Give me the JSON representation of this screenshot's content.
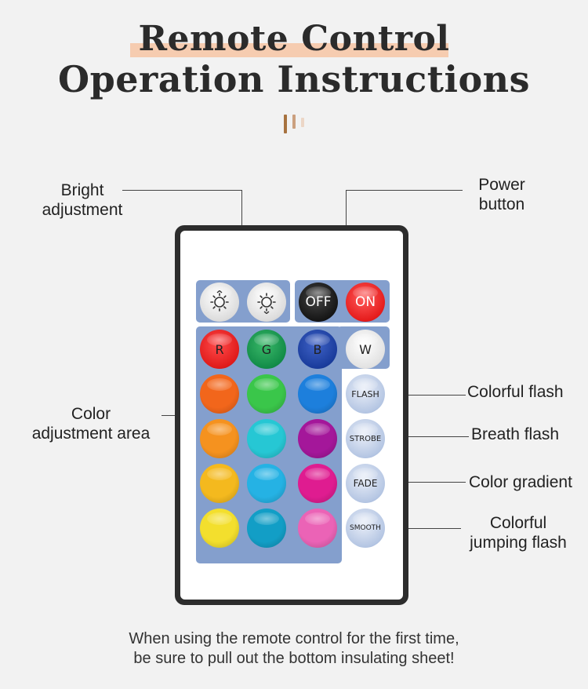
{
  "title": {
    "line1": "Remote Control",
    "line2": "Operation Instructions"
  },
  "colors": {
    "highlight": "#f6ccb0",
    "panel": "#849fcd",
    "accent_bars": [
      "#a7723f",
      "#cba07f",
      "#ecd6c6"
    ]
  },
  "callouts": {
    "bright": "Bright\nadjustment",
    "power": "Power\nbutton",
    "color_area": "Color\nadjustment area",
    "colorful_flash": "Colorful flash",
    "breath_flash": "Breath flash",
    "color_gradient": "Color gradient",
    "jumping_flash": "Colorful\njumping flash"
  },
  "buttons": {
    "brightness_up_icon": "brightness-up-icon",
    "brightness_down_icon": "brightness-down-icon",
    "off": "OFF",
    "on": "ON",
    "r": "R",
    "g": "G",
    "b": "B",
    "w": "W",
    "flash": "FLASH",
    "strobe": "STROBE",
    "fade": "FADE",
    "smooth": "SMOOTH"
  },
  "color_grid": [
    [
      "#f2661b",
      "#3ac64a",
      "#1d7fdc"
    ],
    [
      "#f5921f",
      "#26c7d4",
      "#a4179a"
    ],
    [
      "#f4b91e",
      "#25b2e4",
      "#df1c90"
    ],
    [
      "#f3df2d",
      "#129ec6",
      "#eb63b6"
    ]
  ],
  "footer": {
    "line1": "When using the remote control for the first time,",
    "line2": "be sure to pull out the bottom insulating sheet!"
  }
}
